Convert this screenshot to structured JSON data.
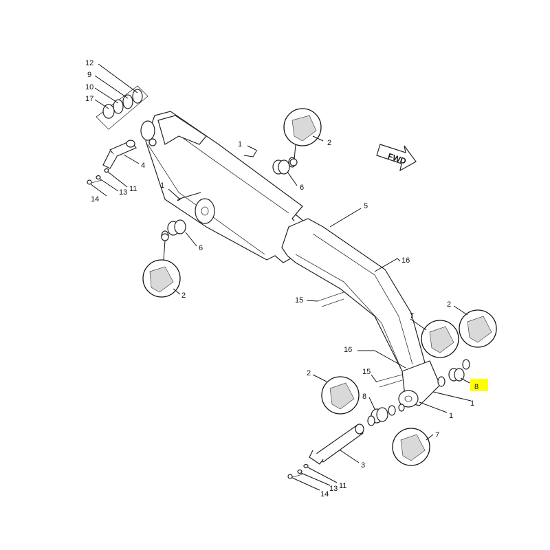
{
  "colors": {
    "highlight": "#ffff00",
    "line": "#111111"
  },
  "direction_label": "FWD",
  "callouts": {
    "c12": "12",
    "c9": "9",
    "c10": "10",
    "c17": "17",
    "c4": "4",
    "c14a": "14",
    "c13a": "13",
    "c11a": "11",
    "c1a": "1",
    "c1b": "1",
    "c2a": "2",
    "c6a": "6",
    "c6b": "6",
    "c2b": "2",
    "c5": "5",
    "c16a": "16",
    "c15a": "15",
    "c7a": "7",
    "c2c": "2",
    "c16b": "16",
    "c15b": "15",
    "c2d": "2",
    "c8a": "8",
    "c8b": "8",
    "c1c": "1",
    "c1d": "1",
    "c7b": "7",
    "c3": "3",
    "c14b": "14",
    "c13b": "13",
    "c11b": "11"
  }
}
